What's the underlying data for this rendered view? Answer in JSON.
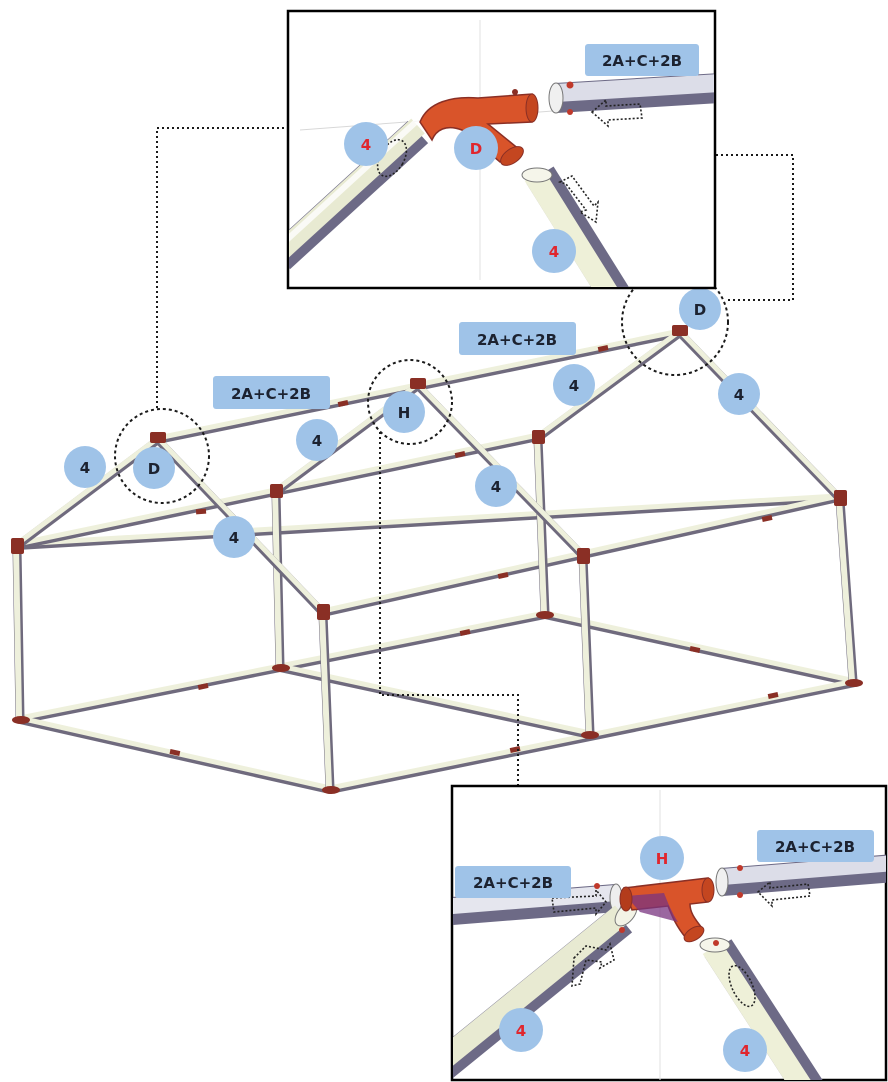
{
  "labels": {
    "ridge_left": "2A+C+2B",
    "ridge_right": "2A+C+2B",
    "rafter_a": "4",
    "rafter_b": "4",
    "rafter_c": "4",
    "rafter_d": "4",
    "rafter_e": "4",
    "rafter_f": "4",
    "joint_front": "D",
    "joint_middle": "H",
    "joint_back": "D"
  },
  "inset_top": {
    "ridge_tag": "2A+C+2B",
    "rafter_left": "4",
    "rafter_right": "4",
    "fitting": "D"
  },
  "inset_bottom": {
    "ridge_tag_left": "2A+C+2B",
    "ridge_tag_right": "2A+C+2B",
    "rafter_left": "4",
    "rafter_right": "4",
    "fitting": "H"
  },
  "colors": {
    "badge": "#9fc3e8",
    "fitting": "#d9542a",
    "joint": "#8a2f25",
    "pipe": "#eef0dc",
    "badge_text_dark": "#1c2230",
    "badge_text_red": "#e0262d"
  }
}
